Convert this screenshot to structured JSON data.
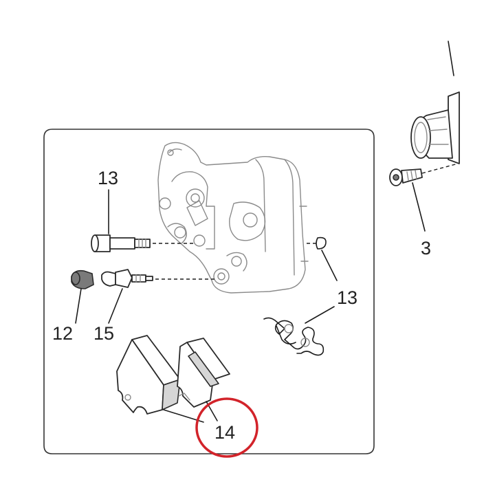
{
  "callouts": {
    "bolt_upper": "13",
    "screw": "3",
    "clip": "13",
    "bleed_cap": "12",
    "bleed_valve": "15",
    "brake_pads": "14"
  },
  "highlight": {
    "color": "#d2232a",
    "target": "14"
  },
  "colors": {
    "line": "#2a2a2a",
    "frame": "#333333",
    "background": "#ffffff"
  }
}
